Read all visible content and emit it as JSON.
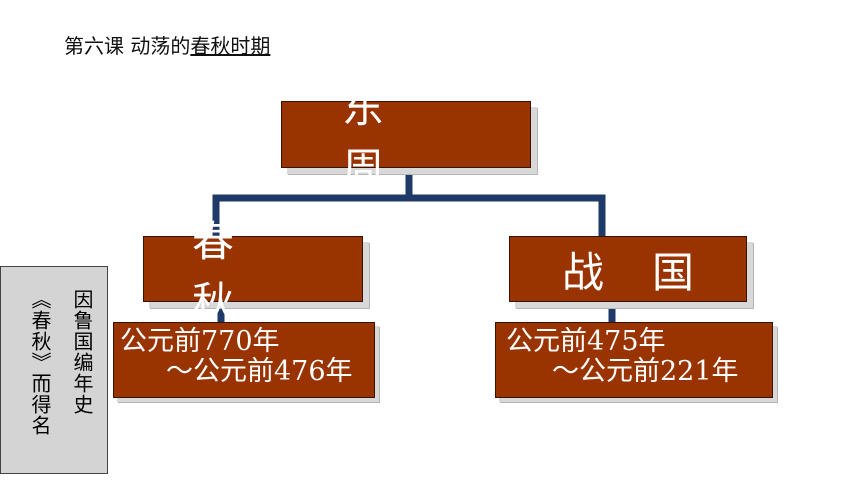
{
  "lesson": {
    "prefix": "第六课  动荡的",
    "topic": "春秋时期"
  },
  "nodes": {
    "east_zhou": "东周",
    "spring_autumn": "春秋",
    "warring_states": "战国"
  },
  "dates": {
    "spring_autumn": {
      "start": "公元前770年",
      "end": "～公元前476年"
    },
    "warring_states": {
      "start": "公元前475年",
      "end": "～公元前221年"
    }
  },
  "side_note": {
    "line1": "因鲁国编年史",
    "line2": "《春秋》而得名"
  },
  "colors": {
    "node_fill": "#993300",
    "connector": "#1f3a68",
    "side_note_fill": "#d4d4d4"
  }
}
